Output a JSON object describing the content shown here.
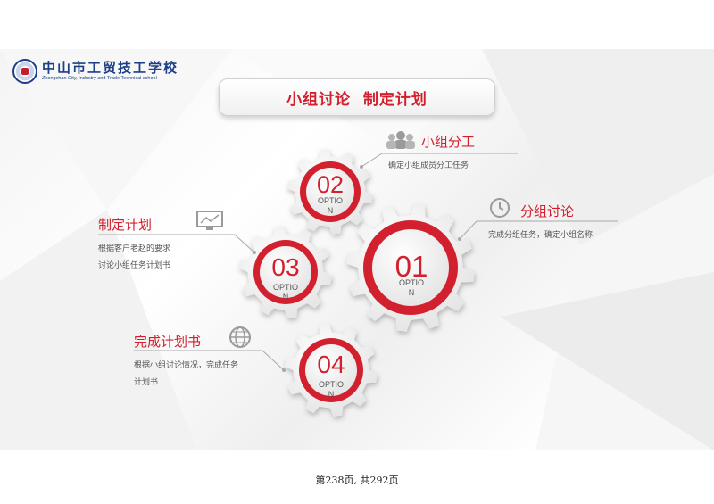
{
  "header": {
    "school_cn": "中山市工贸技工学校",
    "school_en": "Zhongshan City, Industry and Trade Technical school"
  },
  "title": "小组讨论  制定计划",
  "colors": {
    "accent": "#d3202f",
    "text": "#555555",
    "brand": "#1c3f87"
  },
  "gears": [
    {
      "number": "01",
      "label_line1": "OPTIO",
      "label_line2": "N"
    },
    {
      "number": "02",
      "label_line1": "OPTIO",
      "label_line2": "N"
    },
    {
      "number": "03",
      "label_line1": "OPTIO",
      "label_line2": "N"
    },
    {
      "number": "04",
      "label_line1": "OPTIO",
      "label_line2": "N"
    }
  ],
  "items": [
    {
      "heading": "小组分工",
      "desc_line1": "确定小组成员分工任务",
      "desc_line2": "",
      "icon": "people-icon"
    },
    {
      "heading": "分组讨论",
      "desc_line1": "完成分组任务，确定小组名称",
      "desc_line2": "",
      "icon": "clock-icon"
    },
    {
      "heading": "制定计划",
      "desc_line1": "根据客户老赵的要求",
      "desc_line2": "讨论小组任务计划书",
      "icon": "monitor-chart-icon"
    },
    {
      "heading": "完成计划书",
      "desc_line1": "根据小组讨论情况，完成任务",
      "desc_line2": "计划书",
      "icon": "globe-icon"
    }
  ],
  "footer": "第238页, 共292页"
}
